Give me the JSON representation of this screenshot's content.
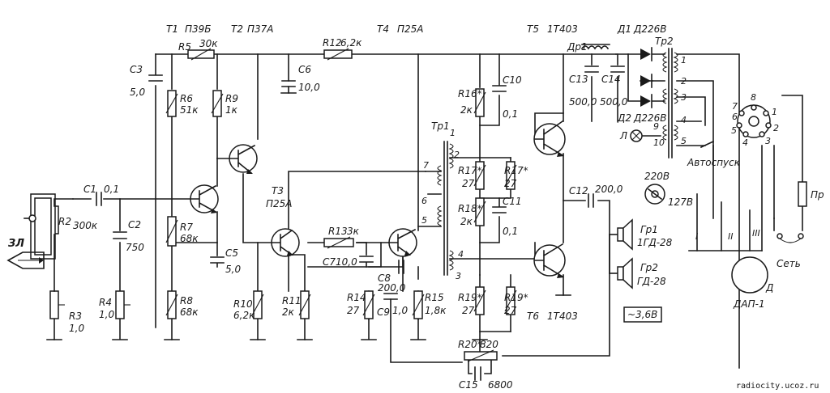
{
  "transistors": [
    {
      "ref": "T1",
      "type": "П39Б"
    },
    {
      "ref": "T2",
      "type": "П37А"
    },
    {
      "ref": "T3",
      "type": "П25А"
    },
    {
      "ref": "T4",
      "type": "П25А"
    },
    {
      "ref": "T5",
      "type": "1Т403"
    },
    {
      "ref": "T6",
      "type": "1Т403"
    }
  ],
  "resistors": [
    {
      "ref": "R2",
      "value": "300к"
    },
    {
      "ref": "R3",
      "value": "1,0"
    },
    {
      "ref": "R4",
      "value": "1,0"
    },
    {
      "ref": "R5",
      "value": "30к"
    },
    {
      "ref": "R6",
      "value": "51к"
    },
    {
      "ref": "R7",
      "value": "68к"
    },
    {
      "ref": "R8",
      "value": "68к"
    },
    {
      "ref": "R9",
      "value": "1к"
    },
    {
      "ref": "R10",
      "value": "6,2к"
    },
    {
      "ref": "R11",
      "value": "2к"
    },
    {
      "ref": "R12",
      "value": "6,2к"
    },
    {
      "ref": "R13",
      "value": "3к"
    },
    {
      "ref": "R14",
      "value": "27"
    },
    {
      "ref": "R15",
      "value": "1,8к"
    },
    {
      "ref": "R16*",
      "value": "2к"
    },
    {
      "ref": "R17*",
      "value": "27"
    },
    {
      "ref": "R17*",
      "value": "27"
    },
    {
      "ref": "R18*",
      "value": "2к"
    },
    {
      "ref": "R19*",
      "value": "27"
    },
    {
      "ref": "R19*",
      "value": "27"
    },
    {
      "ref": "R20*",
      "value": "820"
    }
  ],
  "capacitors": [
    {
      "ref": "C1",
      "value": "0,1"
    },
    {
      "ref": "C2",
      "value": "750"
    },
    {
      "ref": "C3",
      "value": "5,0"
    },
    {
      "ref": "C5",
      "value": "5,0"
    },
    {
      "ref": "C6",
      "value": "10,0"
    },
    {
      "ref": "C7",
      "value": "10,0"
    },
    {
      "ref": "C8",
      "value": "200,0"
    },
    {
      "ref": "C9",
      "value": "1,0"
    },
    {
      "ref": "C10",
      "value": "0,1"
    },
    {
      "ref": "C11",
      "value": "0,1"
    },
    {
      "ref": "C12",
      "value": "200,0"
    },
    {
      "ref": "C13",
      "value": "500,0"
    },
    {
      "ref": "C14",
      "value": "500,0"
    },
    {
      "ref": "C15",
      "value": "6800"
    }
  ],
  "diodes": [
    {
      "ref": "Д1",
      "type": "Д226В"
    },
    {
      "ref": "Д2",
      "type": "Д226В"
    }
  ],
  "speakers": [
    {
      "ref": "Гр1",
      "type": "1ГД-28"
    },
    {
      "ref": "Гр2",
      "type": "ГД-28"
    }
  ],
  "misc": {
    "choke": "Др1",
    "tr1": "Тр1",
    "tr2": "Тр2",
    "pickup": "ЗЛ",
    "lamp": "Л",
    "autostop": "Автоспуск",
    "mains": "Сеть",
    "fuse": "Пр",
    "motor_ref": "Д",
    "motor_type": "ДАП-1",
    "voltage_220": "220В",
    "voltage_127": "127В",
    "ac_out": "~3,6В",
    "watermark": "radiocity.ucoz.ru"
  },
  "winding_labels": [
    "1",
    "2",
    "3",
    "4",
    "5",
    "6",
    "7"
  ],
  "tr2_pins": [
    "1",
    "2",
    "3",
    "4",
    "5",
    "9",
    "10"
  ],
  "tr2_secondary": [
    "I",
    "II",
    "III"
  ],
  "socket_pins": [
    "1",
    "2",
    "3",
    "4",
    "5",
    "6",
    "7",
    "8"
  ]
}
